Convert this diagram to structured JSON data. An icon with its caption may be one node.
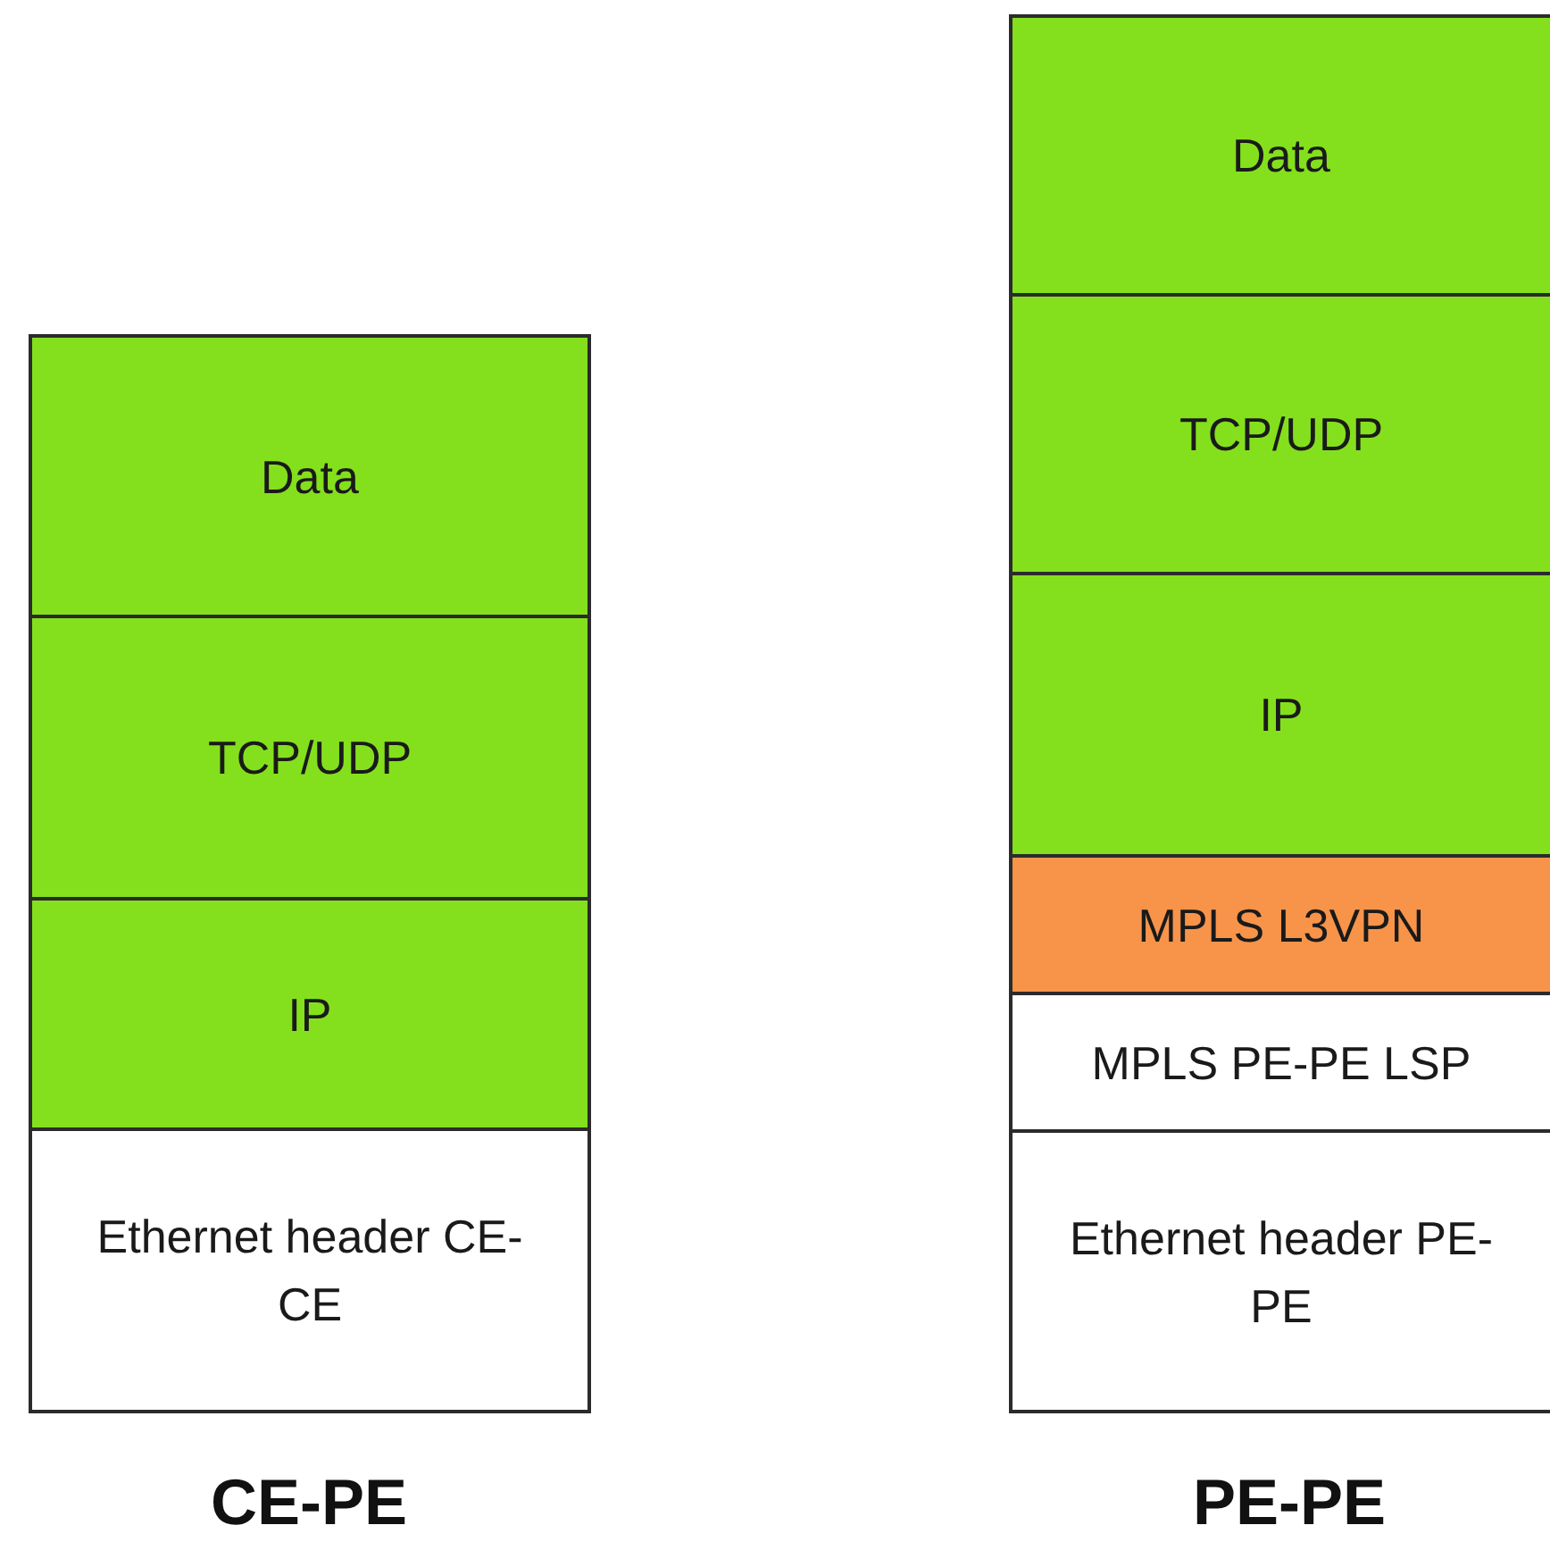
{
  "diagram": {
    "nodes": [
      {
        "text": [
          "Data"
        ]
      },
      {
        "text": [
          "TCP/UDP"
        ]
      },
      {
        "text": [
          "IP"
        ]
      },
      {
        "text": [
          "Ethernet header CE-CE"
        ]
      },
      {
        "text": [
          "Data"
        ]
      },
      {
        "text": [
          "TCP/UDP"
        ]
      },
      {
        "text": [
          "IP"
        ]
      },
      {
        "text": [
          "MPLS L3VPN"
        ]
      },
      {
        "text": [
          "MPLS PE-PE LSP"
        ]
      },
      {
        "text": [
          "Ethernet header PE-PE"
        ]
      }
    ],
    "labels": [
      "CE-PE",
      "PE-PE"
    ]
  }
}
